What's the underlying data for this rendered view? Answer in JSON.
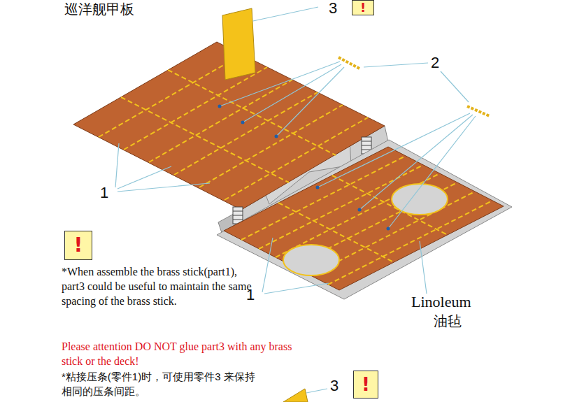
{
  "diagram": {
    "title": "巡洋舰甲板",
    "nodes": [
      {
        "text": [
          "!"
        ]
      },
      {
        "text": [
          "!"
        ]
      },
      {
        "text": [
          "!"
        ]
      }
    ],
    "labels": [
      "3",
      "2",
      "1",
      "1",
      "Linoleum",
      "油毡",
      "*When assemble the brass stick(part1), part3 could be useful to maintain the same spacing of the brass stick.",
      "Please attention DO NOT glue part3 with any brass stick or the deck!",
      "*粘接压条(零件1)时，可使用零件3 来保持相同的压条间距。",
      "3"
    ]
  }
}
